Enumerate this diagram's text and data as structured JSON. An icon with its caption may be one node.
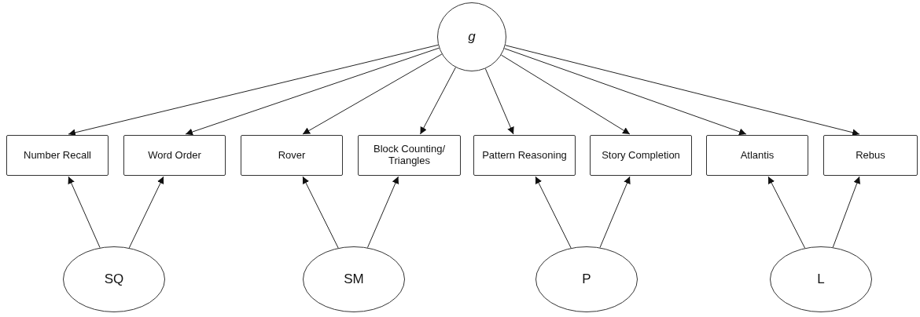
{
  "diagram": {
    "nodes": [
      {
        "text": [
          "g"
        ]
      },
      {
        "text": [
          "Number Recall"
        ]
      },
      {
        "text": [
          "Word Order"
        ]
      },
      {
        "text": [
          "Rover"
        ]
      },
      {
        "text": [
          "Block Counting/ Triangles"
        ]
      },
      {
        "text": [
          "Pattern Reasoning"
        ]
      },
      {
        "text": [
          "Story Completion"
        ]
      },
      {
        "text": [
          "Atlantis"
        ]
      },
      {
        "text": [
          "Rebus"
        ]
      },
      {
        "text": [
          "SQ"
        ]
      },
      {
        "text": [
          "SM"
        ]
      },
      {
        "text": [
          "P"
        ]
      },
      {
        "text": [
          "L"
        ]
      }
    ],
    "edges": [
      {
        "from": 0,
        "to": 1,
        "arrow": "to"
      },
      {
        "from": 0,
        "to": 2,
        "arrow": "to"
      },
      {
        "from": 0,
        "to": 3,
        "arrow": "to"
      },
      {
        "from": 0,
        "to": 4,
        "arrow": "to"
      },
      {
        "from": 0,
        "to": 5,
        "arrow": "to"
      },
      {
        "from": 0,
        "to": 6,
        "arrow": "to"
      },
      {
        "from": 0,
        "to": 7,
        "arrow": "to"
      },
      {
        "from": 0,
        "to": 8,
        "arrow": "to"
      },
      {
        "from": 9,
        "to": 1,
        "arrow": "to"
      },
      {
        "from": 9,
        "to": 2,
        "arrow": "to"
      },
      {
        "from": 10,
        "to": 3,
        "arrow": "to"
      },
      {
        "from": 10,
        "to": 4,
        "arrow": "to"
      },
      {
        "from": 11,
        "to": 5,
        "arrow": "to"
      },
      {
        "from": 11,
        "to": 6,
        "arrow": "to"
      },
      {
        "from": 12,
        "to": 7,
        "arrow": "to"
      },
      {
        "from": 12,
        "to": 8,
        "arrow": "to"
      }
    ]
  }
}
